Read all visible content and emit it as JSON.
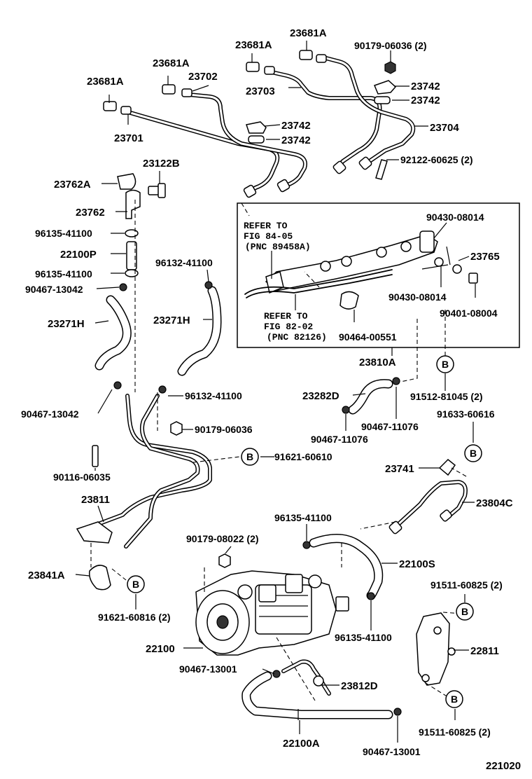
{
  "diagram_id": "221020",
  "labels": {
    "l23681a_1": "23681A",
    "l23681a_2": "23681A",
    "l23681a_3": "23681A",
    "l23681a_4": "23681A",
    "l90179_06036_2": "90179-06036 (2)",
    "l23742_1": "23742",
    "l23742_2": "23742",
    "l23742_3": "23742",
    "l23742_4": "23742",
    "l23702": "23702",
    "l23703": "23703",
    "l23704": "23704",
    "l23701": "23701",
    "l92122": "92122-60625 (2)",
    "l23762a": "23762A",
    "l23122b": "23122B",
    "l23762": "23762",
    "l96135_a": "96135-41100",
    "l22100p": "22100P",
    "l96135_b": "96135-41100",
    "l90467_13042_a": "90467-13042",
    "l23271h_a": "23271H",
    "l96132_a": "96132-41100",
    "l23271h_b": "23271H",
    "l96132_b": "96132-41100",
    "l90467_13042_b": "90467-13042",
    "l90179_06036": "90179-06036",
    "l91621_60610": "91621-60610",
    "l90116": "90116-06035",
    "l23811": "23811",
    "l23841a": "23841A",
    "l91621_60816": "91621-60816 (2)",
    "l90179_08022": "90179-08022 (2)",
    "l96135_c": "96135-41100",
    "l22100s": "22100S",
    "l96135_d": "96135-41100",
    "l22100": "22100",
    "l90467_13001_a": "90467-13001",
    "l23812d": "23812D",
    "l22100a": "22100A",
    "l90467_13001_b": "90467-13001",
    "l90430_a": "90430-08014",
    "l23765": "23765",
    "l90430_b": "90430-08014",
    "l90401": "90401-08004",
    "l90464": "90464-00551",
    "l23810a": "23810A",
    "l23282d": "23282D",
    "l90467_11076_a": "90467-11076",
    "l90467_11076_b": "90467-11076",
    "l91512": "91512-81045 (2)",
    "l91633": "91633-60616",
    "l23741": "23741",
    "l23804c": "23804C",
    "l91511_a": "91511-60825 (2)",
    "l22811": "22811",
    "l91511_b": "91511-60825 (2)"
  },
  "refs": {
    "ref1_line1": "REFER TO",
    "ref1_line2": "FIG 84-05",
    "ref1_line3": "(PNC 89458A)",
    "ref2_line1": "REFER TO",
    "ref2_line2": "FIG 82-02",
    "ref2_line3": "(PNC 82126)"
  },
  "circle_markers": {
    "b1": "B",
    "b2": "B",
    "b3": "B",
    "b4": "B",
    "b5": "B",
    "b6": "B"
  }
}
